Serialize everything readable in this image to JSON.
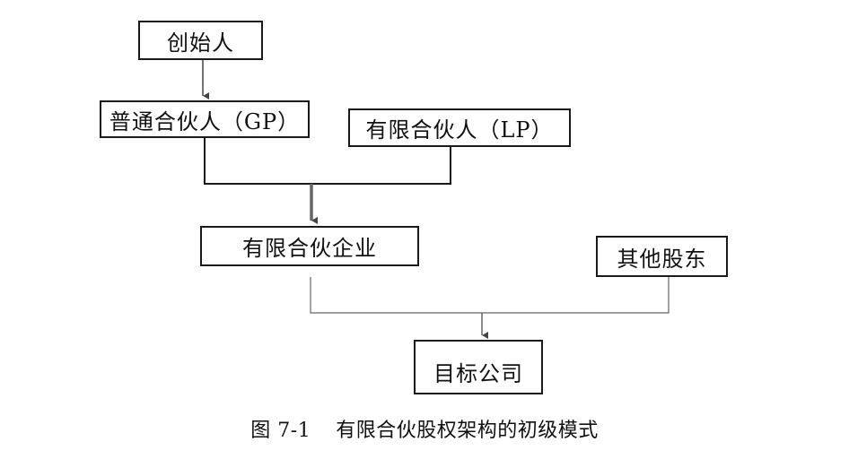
{
  "nodes": {
    "founder": "创始人",
    "general_partner": "普通合伙人（GP）",
    "limited_partner": "有限合伙人（LP）",
    "limited_partnership": "有限合伙企业",
    "other_shareholders": "其他股东",
    "target_company": "目标公司"
  },
  "caption": {
    "figure_number": "图 7-1",
    "title": "有限合伙股权架构的初级模式"
  },
  "edges": [
    {
      "from": "创始人",
      "to": "普通合伙人（GP）"
    },
    {
      "from": "普通合伙人（GP）",
      "to": "有限合伙企业"
    },
    {
      "from": "有限合伙人（LP）",
      "to": "有限合伙企业"
    },
    {
      "from": "有限合伙企业",
      "to": "目标公司"
    },
    {
      "from": "其他股东",
      "to": "目标公司"
    }
  ],
  "colors": {
    "border": "#1a1a1a",
    "connector": "#555555",
    "text": "#111111"
  }
}
